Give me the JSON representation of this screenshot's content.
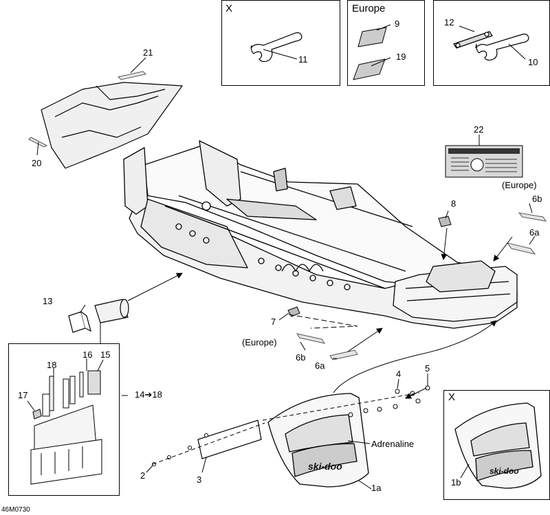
{
  "inset_boxes": {
    "top_left": {
      "title": "X"
    },
    "top_middle": {
      "title": "Europe"
    },
    "bottom_right": {
      "title": "X"
    }
  },
  "callouts": {
    "n1a": "1a",
    "n1b": "1b",
    "n2": "2",
    "n3": "3",
    "n4": "4",
    "n5": "5",
    "n6a_upper": "6a",
    "n6b_upper": "6b",
    "n6a_lower": "6a",
    "n6b_lower": "6b",
    "n7": "7",
    "n8": "8",
    "n9": "9",
    "n10": "10",
    "n11": "11",
    "n12": "12",
    "n13": "13",
    "n14_18": "14➔18",
    "n15": "15",
    "n16": "16",
    "n17": "17",
    "n18": "18",
    "n19": "19",
    "n20": "20",
    "n21": "21",
    "n22": "22"
  },
  "labels": {
    "europe_upper": "(Europe)",
    "europe_lower": "(Europe)",
    "adrenaline": "Adrenaline",
    "figure_code": "46M0730"
  },
  "decal_logo_text": "ski-doo"
}
